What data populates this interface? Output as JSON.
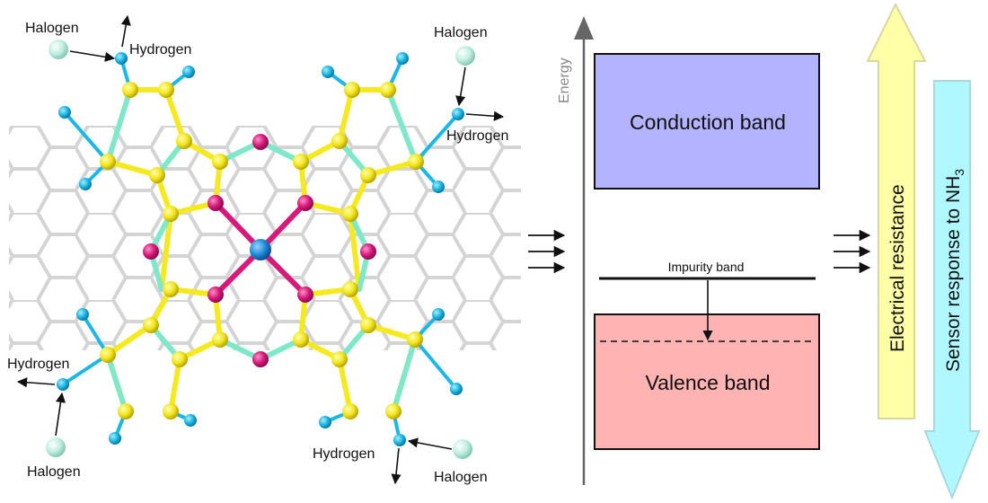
{
  "molecule": {
    "labels": {
      "halogen_tl": "Halogen",
      "hydrogen_tl": "Hydrogen",
      "halogen_tr": "Halogen",
      "hydrogen_tr": "Hydrogen",
      "hydrogen_bl": "Hydrogen",
      "halogen_bl": "Halogen",
      "hydrogen_br": "Hydrogen",
      "halogen_br": "Halogen"
    },
    "colors": {
      "carbon": "#f5ea1f",
      "hydrogen": "#19b8e6",
      "nitrogen": "#d6197a",
      "metal": "#1e88d8",
      "halogen": "#bfeee0",
      "bond_aromatic": "#7fe8c8",
      "nanotube": "#c8c8c8"
    }
  },
  "band_diagram": {
    "axis_label": "Energy",
    "conduction_band": "Conduction band",
    "valence_band": "Valence band",
    "impurity_band": "Impurity band",
    "colors": {
      "conduction": "#b3b3ff",
      "valence": "#ffb3b3",
      "axis": "#666666"
    }
  },
  "effects": {
    "resistance_label": "Electrical resistance",
    "sensor_label_prefix": "Sensor response to NH",
    "sensor_label_sub": "3",
    "colors": {
      "resistance_arrow": "#ffffa8",
      "sensor_arrow": "#b0f8ff"
    }
  }
}
